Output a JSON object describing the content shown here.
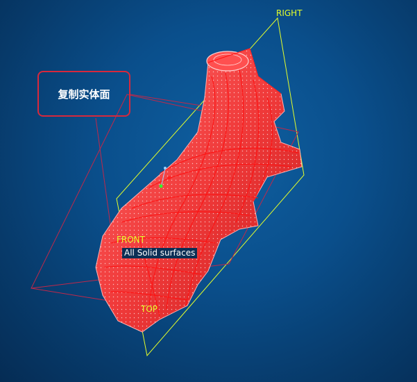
{
  "viewport": {
    "background_color": "#0a4f8c",
    "datum_plane_color": "#e6ff2a",
    "model_color": "#ff3030",
    "callout_color": "#d8283c"
  },
  "datum_planes": {
    "right": "RIGHT",
    "front": "FRONT",
    "top": "TOP"
  },
  "callout": {
    "text": "复制实体面"
  },
  "tooltip": {
    "text": "All Solid surfaces"
  }
}
